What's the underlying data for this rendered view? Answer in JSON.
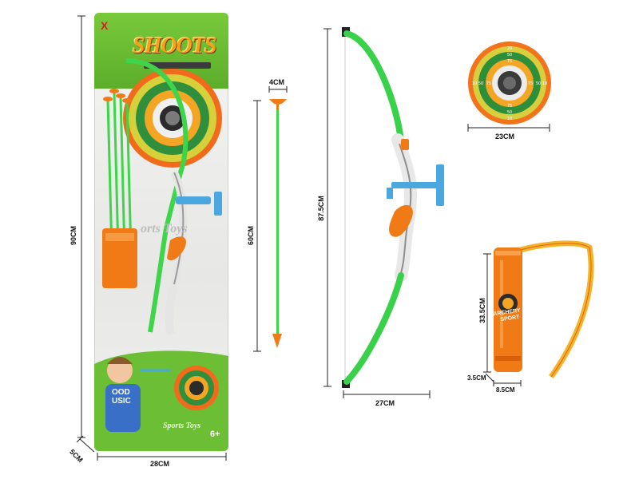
{
  "package": {
    "brand": "SHOOTS",
    "sports_text_mid": "orts Toys",
    "sports_text_bottom": "Sports Toys",
    "age_badge": "6+",
    "shirt_text_1": "OOD",
    "shirt_text_2": "USIC",
    "corner_logo": "X"
  },
  "target": {
    "ring_scores": [
      "20",
      "50",
      "75",
      "75",
      "50",
      "10",
      "75",
      "50",
      "10",
      "75",
      "50",
      "10"
    ]
  },
  "quiver": {
    "label_1": "ARCHERY",
    "label_2": "SPORT"
  },
  "dimensions": {
    "package_height": "90CM",
    "package_width": "28CM",
    "package_depth": "5CM",
    "arrow_cup": "4CM",
    "arrow_length": "60CM",
    "bow_height": "87.5CM",
    "bow_width": "27CM",
    "target_diameter": "23CM",
    "quiver_height": "33.5CM",
    "quiver_depth": "3.5CM",
    "quiver_width": "8.5CM"
  },
  "colors": {
    "bow_green": "#39d14a",
    "orange": "#f07a16",
    "blue": "#4aa7e0",
    "package_green": "#6cbf34",
    "target_green": "#2e8f3a"
  }
}
